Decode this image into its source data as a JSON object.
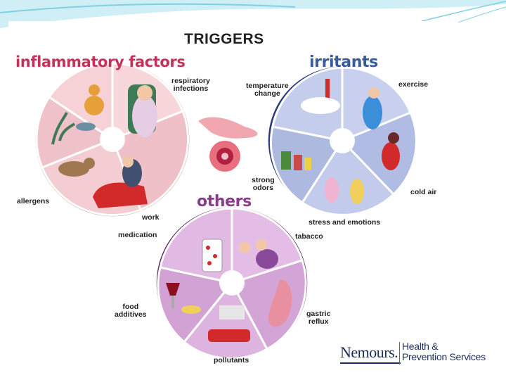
{
  "title": "TRIGGERS",
  "sections": {
    "inflammatory": "inflammatory factors",
    "irritants": "irritants",
    "others": "others"
  },
  "labels": {
    "respiratory": "respiratory\ninfections",
    "allergens": "allergens",
    "work": "work",
    "temperature": "temperature\nchange",
    "exercise": "exercise",
    "strong_odors": "strong\nodors",
    "cold_air": "cold air",
    "stress": "stress and emotions",
    "medication": "medication",
    "tabacco": "tabacco",
    "food_additives": "food\nadditives",
    "gastric_reflux": "gastric\nreflux",
    "pollutants": "pollutants"
  },
  "logo": {
    "name": "Nemours.",
    "services": "Health &\nPrevention Services"
  },
  "colors": {
    "inflammatory_title": "#c4325a",
    "irritants_title": "#3a5aa0",
    "others_title": "#8a3d8c",
    "inflammatory_wheel": "#f2c9cf",
    "irritants_wheel": "#b8c3e6",
    "others_wheel": "#d9aedb",
    "brand": "#1a2d5a"
  }
}
